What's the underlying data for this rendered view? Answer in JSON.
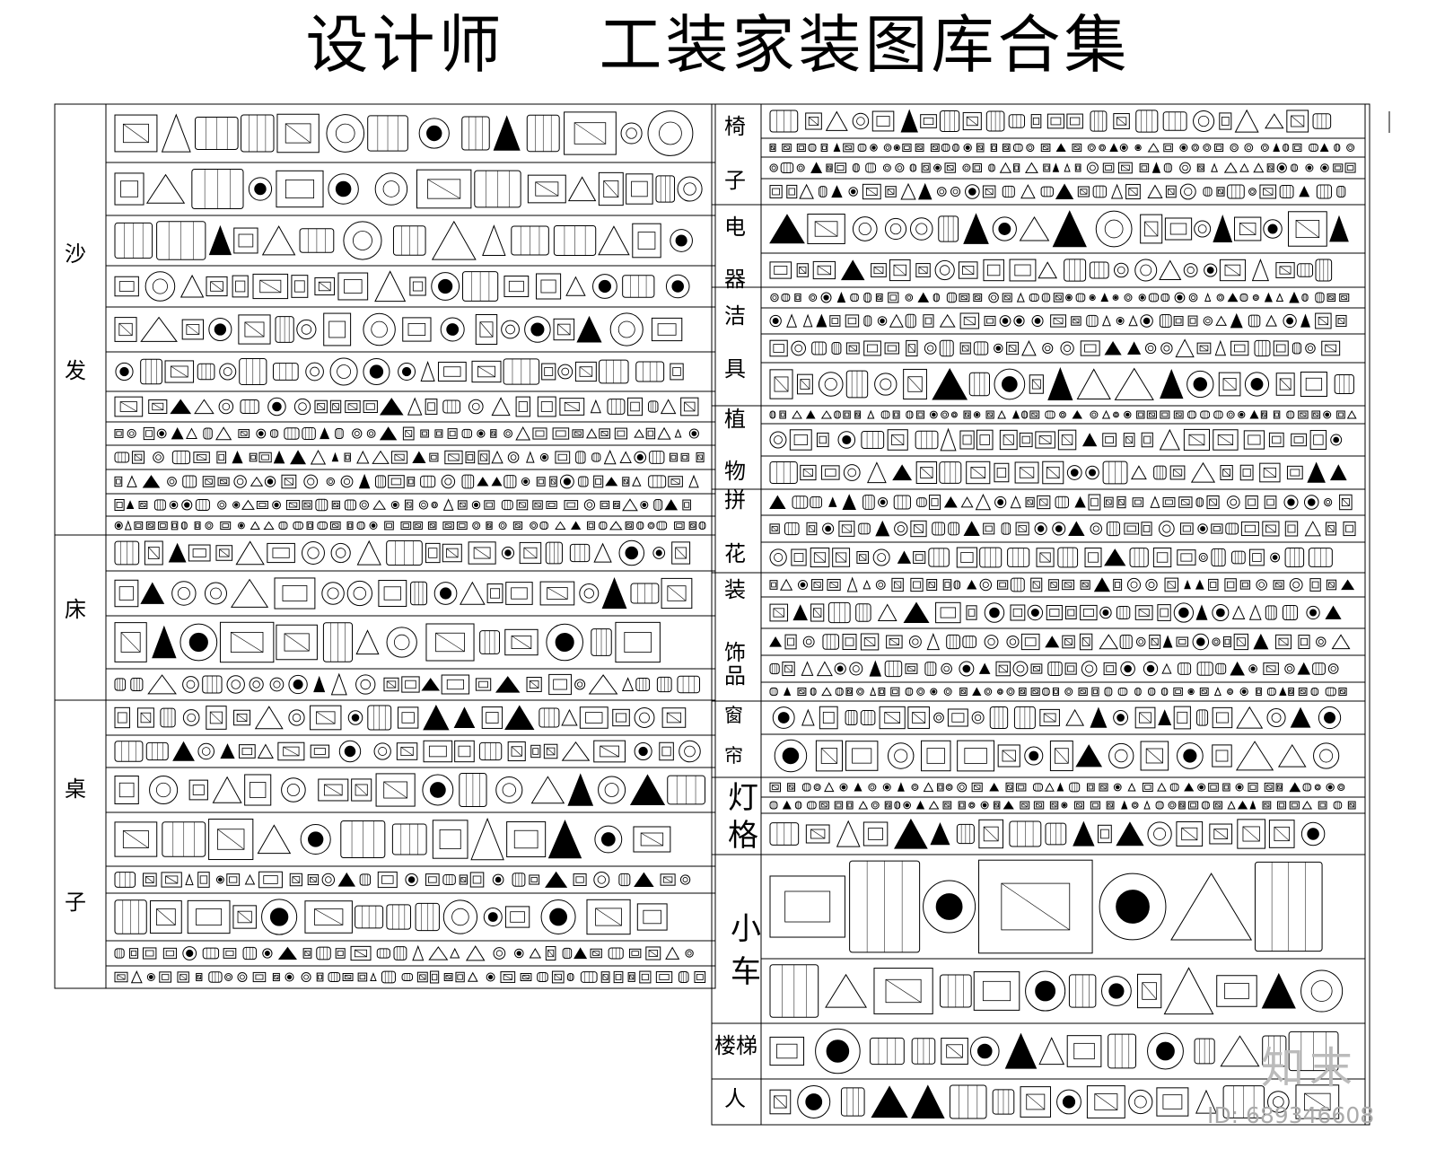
{
  "title": "设计师    工装家装图库合集",
  "left_categories": [
    {
      "key": "sofa",
      "chars": [
        "沙",
        "发"
      ]
    },
    {
      "key": "bed",
      "chars": [
        "床"
      ]
    },
    {
      "key": "table",
      "chars": [
        "桌",
        "子"
      ]
    }
  ],
  "right_categories": [
    {
      "key": "chair",
      "chars": [
        "椅",
        "子"
      ]
    },
    {
      "key": "appliance",
      "chars": [
        "电",
        "器"
      ]
    },
    {
      "key": "sanitary",
      "chars": [
        "洁",
        "具"
      ]
    },
    {
      "key": "plant",
      "chars": [
        "植",
        "物"
      ]
    },
    {
      "key": "tile",
      "chars": [
        "拼",
        "花"
      ]
    },
    {
      "key": "decor",
      "chars": [
        "装",
        "饰品"
      ]
    },
    {
      "key": "curtain",
      "chars": [
        "窗",
        "帘"
      ]
    },
    {
      "key": "lamp",
      "chars": [
        "灯",
        "格"
      ]
    },
    {
      "key": "car",
      "chars": [
        "小",
        "车"
      ]
    },
    {
      "key": "stairs",
      "chars": [
        "楼梯"
      ]
    },
    {
      "key": "people",
      "chars": [
        "人"
      ]
    }
  ],
  "watermark": {
    "logo": "知末",
    "id": "ID: 689346608"
  }
}
